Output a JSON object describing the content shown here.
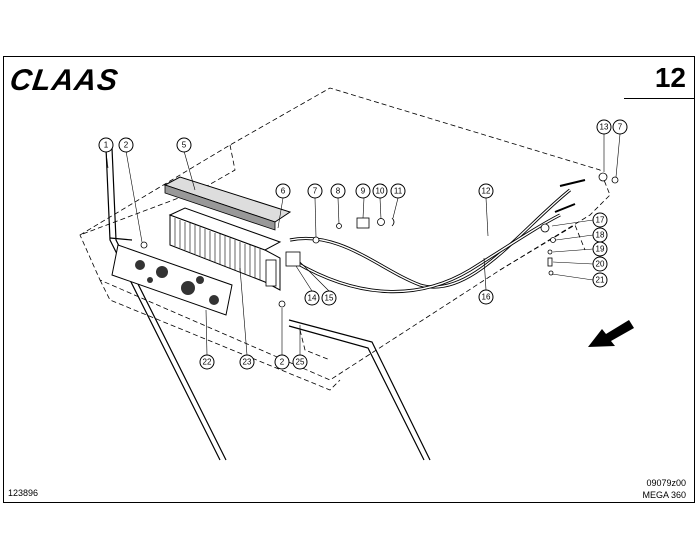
{
  "header": {
    "brand": "CLAAS",
    "page_number": "12"
  },
  "footer": {
    "drawing_id": "123896",
    "ref_code": "09079z00",
    "model": "MEGA 360"
  },
  "callouts": [
    {
      "id": "c1",
      "label": "1"
    },
    {
      "id": "c2a",
      "label": "2"
    },
    {
      "id": "c5",
      "label": "5"
    },
    {
      "id": "c6",
      "label": "6"
    },
    {
      "id": "c7a",
      "label": "7"
    },
    {
      "id": "c8",
      "label": "8"
    },
    {
      "id": "c9",
      "label": "9"
    },
    {
      "id": "c10",
      "label": "10"
    },
    {
      "id": "c11",
      "label": "11"
    },
    {
      "id": "c12",
      "label": "12"
    },
    {
      "id": "c13",
      "label": "13"
    },
    {
      "id": "c7b",
      "label": "7"
    },
    {
      "id": "c17",
      "label": "17"
    },
    {
      "id": "c18",
      "label": "18"
    },
    {
      "id": "c19",
      "label": "19"
    },
    {
      "id": "c20",
      "label": "20"
    },
    {
      "id": "c21",
      "label": "21"
    },
    {
      "id": "c16",
      "label": "16"
    },
    {
      "id": "c14",
      "label": "14"
    },
    {
      "id": "c15",
      "label": "15"
    },
    {
      "id": "c22",
      "label": "22"
    },
    {
      "id": "c23",
      "label": "23"
    },
    {
      "id": "c2b",
      "label": "2"
    },
    {
      "id": "c25",
      "label": "25"
    }
  ]
}
